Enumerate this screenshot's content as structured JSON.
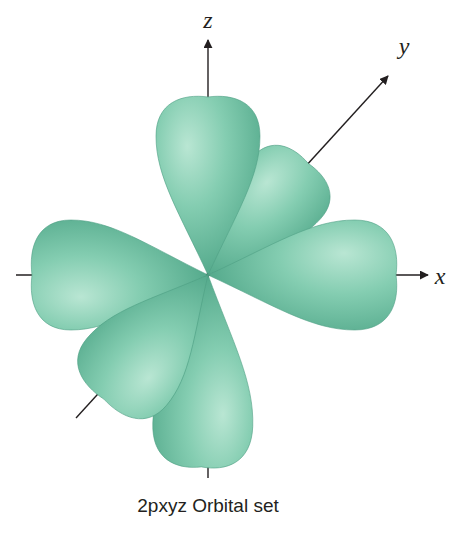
{
  "diagram": {
    "caption": "2pxyz Orbital set",
    "labels": [
      "z",
      "y",
      "x"
    ]
  }
}
